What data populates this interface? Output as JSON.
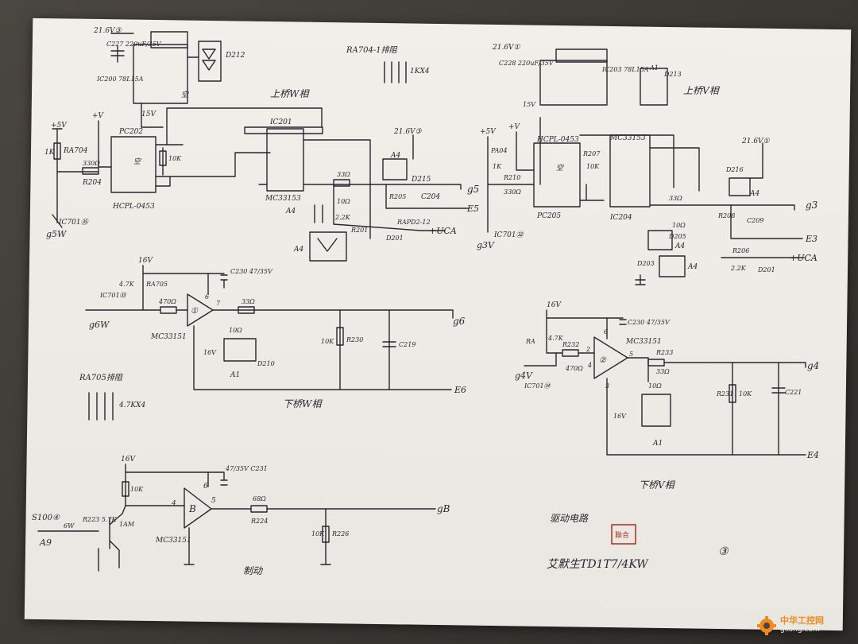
{
  "w_high": {
    "title": "上桥W相",
    "supply_label": "21.6V③",
    "reg_chip": "IC200 78L15A",
    "reg_cap": "C227 220uF/35V",
    "reg_ground": "空",
    "reg_diode": "D212",
    "rail_15v": "15V",
    "vcc_5v": "+5V",
    "plus_v": "+V",
    "r_ra704": "RA704",
    "r_1k": "1K",
    "r_330": "330Ω",
    "r_204": "R204",
    "opto": "PC202",
    "opto_part": "HCPL-0453",
    "opto_pin_empty": "空",
    "res_10k": "10K",
    "driver_chip": "IC201",
    "driver_part": "MC33153",
    "r_33": "33Ω",
    "r_10": "10Ω",
    "r_2_2k": "2.2K",
    "r_205": "R205",
    "c_204": "C204",
    "d_215": "D215",
    "d_201": "D201",
    "r_201": "R201",
    "a4_a": "A4",
    "a4_b": "A4",
    "a4_c": "A4",
    "rapd": "RAPD2-12",
    "supply2": "21.6V③",
    "out_g5": "g5",
    "out_e5": "E5",
    "out_uca": "+UCA",
    "ic_ref": "IC701㉟",
    "sig_g5w": "g5W"
  },
  "ra704_note": {
    "title": "RA704-1排阻",
    "value": "1KX4"
  },
  "v_high": {
    "title": "上桥V相",
    "supply_label": "21.6V①",
    "reg_chip": "IC203 78L15A",
    "reg_cap": "C228 220uF/35V",
    "rail_15v": "15V",
    "reg_diode": "D213",
    "reg_a1": "A1",
    "vcc_5v": "+5V",
    "plus_v": "+V",
    "r_pa04": "PA04",
    "r_1k": "1K",
    "r_210": "R210",
    "r_330": "330Ω",
    "opto": "PC205",
    "opto_part": "HCPL-0453",
    "opto_pin_empty": "空",
    "r_207": "R207",
    "res_10k": "10K",
    "driver_chip": "IC204",
    "driver_part": "MC33153",
    "r_33": "33Ω",
    "r_10": "10Ω",
    "r_208": "R208",
    "d_205": "D205",
    "d_216": "D216",
    "d_203": "D203",
    "c_209": "C209",
    "r_206": "R206",
    "r_2_2k": "2.2K",
    "d_201": "D201",
    "supply2": "21.6V①",
    "a4_a": "A4",
    "a4_b": "A4",
    "a4_c": "A4",
    "out_g3": "g3",
    "out_e3": "E3",
    "out_uca": "+UCA",
    "ic_ref": "IC701㉜",
    "sig_g3v": "g3V"
  },
  "w_low": {
    "title": "下桥W相",
    "rail": "16V",
    "r_ra705": "RA705",
    "r_4_7k": "4.7K",
    "r_470": "470Ω",
    "ic_ref": "IC701㉝",
    "sig_g6w": "g6W",
    "cap": "C230 47/35V",
    "buffer_no": "①",
    "buffer_part": "MC33151",
    "pin_6": "6",
    "pin_7": "7",
    "r_33": "33Ω",
    "r_10": "10Ω",
    "r_10k": "10K",
    "r_230": "R230",
    "c_219": "C219",
    "rail2": "16V",
    "a1": "A1",
    "d_210": "D210",
    "out_g6": "g6",
    "out_e6": "E6"
  },
  "ra705_note": {
    "title": "RA705排阻",
    "value": "4.7KX4"
  },
  "v_low": {
    "title": "下桥V相",
    "rail": "16V",
    "r_ra": "RA",
    "r_4_7k": "4.7K",
    "r_232": "R232",
    "r_470": "470Ω",
    "cap": "C230 47/35V",
    "buffer_no": "②",
    "buffer_part": "MC33151",
    "pin_2": "2",
    "pin_4": "4",
    "pin_5": "5",
    "pin_3": "3",
    "pin_6": "6",
    "r_233": "R233",
    "r_33": "33Ω",
    "r_10": "10Ω",
    "r_231": "R231",
    "r_10k": "10K",
    "c_221": "C221",
    "rail2": "16V",
    "a1": "A1",
    "sig_g4v": "g4V",
    "ic_ref": "IC701㉞",
    "out_g4": "g4",
    "out_e4": "E4"
  },
  "brake": {
    "title": "制动",
    "rail": "16V",
    "r_10k": "10K",
    "cap": "47/35V C231",
    "pin_4": "4",
    "pin_5": "5",
    "pin_6": "6",
    "buffer_no": "B",
    "buffer_part": "MC33151",
    "r_68": "68Ω",
    "r_224": "R224",
    "r_10k_b": "10K",
    "r_226": "R226",
    "in_ref": "S100④",
    "sig_a9": "A9",
    "r_ra": "R223 5.7K",
    "transistor": "1AM",
    "r_6w": "6W",
    "out_gb": "gB"
  },
  "footer": {
    "circuit_name": "驱动电路",
    "model": "艾默生TD1T7/4KW",
    "page_no": "③",
    "seal_text": "聯合"
  },
  "watermark": {
    "title": "中华工控网",
    "url": "gkong.com"
  }
}
